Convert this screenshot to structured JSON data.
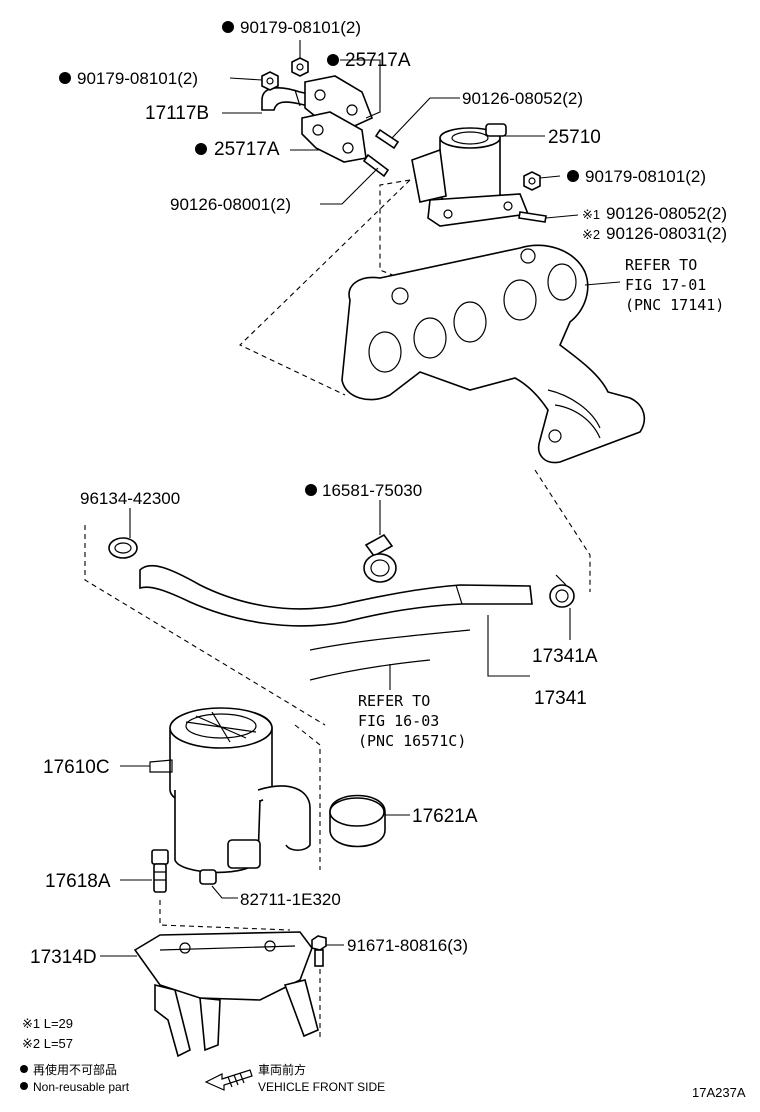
{
  "parts": {
    "p1": "90179-08101(2)",
    "p2": "90179-08101(2)",
    "p3": "25717A",
    "p4": "17117B",
    "p5": "90126-08052(2)",
    "p6": "25710",
    "p7": "25717A",
    "p8": "90179-08101(2)",
    "p9": "90126-08001(2)",
    "p10": "90126-08052(2)",
    "p11": "90126-08031(2)",
    "p12": "96134-42300",
    "p13": "16581-75030",
    "p14": "17341A",
    "p15": "17341",
    "p16": "17610C",
    "p17": "17621A",
    "p18": "17618A",
    "p19": "82711-1E320",
    "p20": "17314D",
    "p21": "91671-80816(3)"
  },
  "marks": {
    "m1": "※1",
    "m2": "※2"
  },
  "refs": {
    "r1": [
      "REFER TO",
      "FIG 17-01",
      "(PNC 17141)"
    ],
    "r2": [
      "REFER TO",
      "FIG 16-03",
      "(PNC 16571C)"
    ]
  },
  "notes": {
    "n1": "※1 L=29",
    "n2": "※2 L=57",
    "legend_jp": "再使用不可部品",
    "legend_en": "Non-reusable part",
    "front_jp": "車両前方",
    "front_en": "VEHICLE FRONT SIDE",
    "code": "17A237A"
  }
}
